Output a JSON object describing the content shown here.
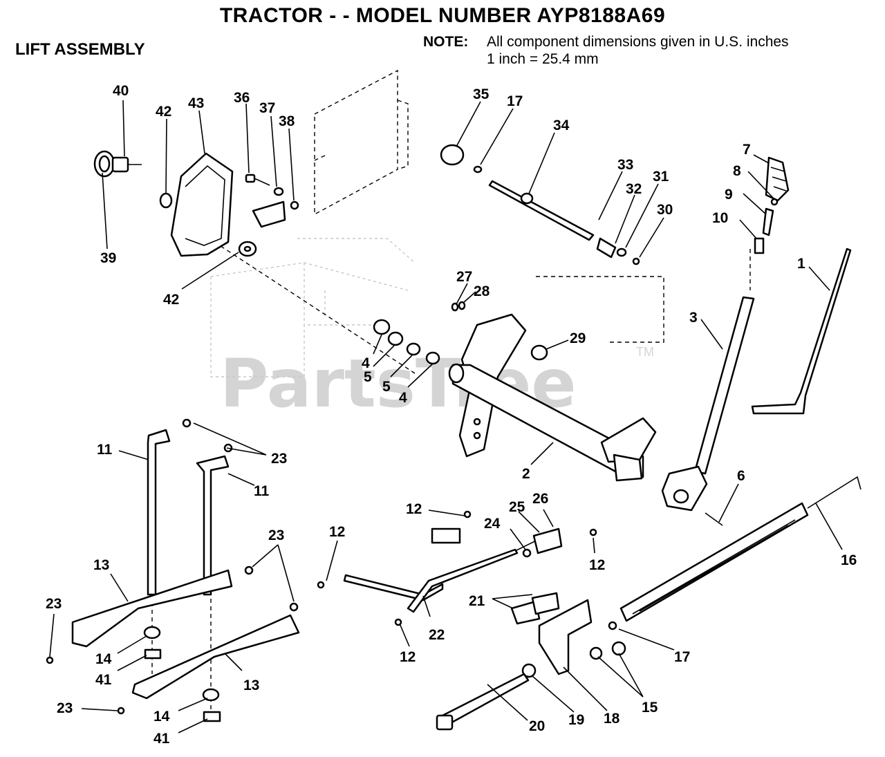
{
  "header": {
    "title": "TRACTOR - - MODEL NUMBER AYP8188A69",
    "subtitle": "LIFT ASSEMBLY",
    "note_label": "NOTE:",
    "note_line1": "All component dimensions given in U.S. inches",
    "note_line2": "1 inch = 25.4 mm"
  },
  "watermark": {
    "text": "PartsTree",
    "tm": "TM"
  },
  "callouts": {
    "c40": "40",
    "c42a": "42",
    "c43": "43",
    "c39": "39",
    "c42b": "42",
    "c36": "36",
    "c37": "37",
    "c38": "38",
    "c35": "35",
    "c17a": "17",
    "c34": "34",
    "c33": "33",
    "c32": "32",
    "c31": "31",
    "c30": "30",
    "c7": "7",
    "c8": "8",
    "c9": "9",
    "c10": "10",
    "c1": "1",
    "c3": "3",
    "c27": "27",
    "c28": "28",
    "c29": "29",
    "c4a": "4",
    "c5a": "5",
    "c5b": "5",
    "c4b": "4",
    "c2": "2",
    "c6": "6",
    "c11a": "11",
    "c23a": "23",
    "c11b": "11",
    "c23b": "23",
    "c13a": "13",
    "c23c": "23",
    "c14a": "14",
    "c41a": "41",
    "c13b": "13",
    "c23d": "23",
    "c14b": "14",
    "c41b": "41",
    "c12a": "12",
    "c12b": "12",
    "c25": "25",
    "c26": "26",
    "c24": "24",
    "c12c": "12",
    "c16": "16",
    "c21": "21",
    "c22": "22",
    "c12d": "12",
    "c17b": "17",
    "c15": "15",
    "c20": "20",
    "c19": "19",
    "c18": "18"
  }
}
